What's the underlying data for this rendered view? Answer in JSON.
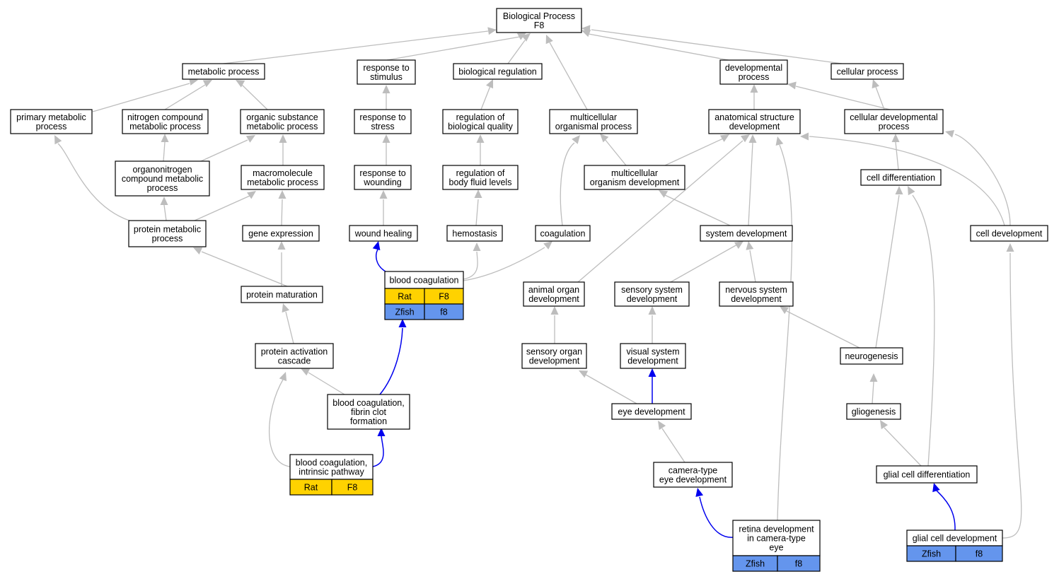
{
  "colors": {
    "rat": "#ffd200",
    "zfish": "#6495ed",
    "gray_edge": "#bdbdbd",
    "blue_edge": "#0000ee"
  },
  "nodes": {
    "bp": {
      "lines": [
        "Biological Process",
        "F8"
      ]
    },
    "mp": {
      "lines": [
        "metabolic process"
      ]
    },
    "rts": {
      "lines": [
        "response to",
        "stimulus"
      ]
    },
    "br": {
      "lines": [
        "biological regulation"
      ]
    },
    "dp": {
      "lines": [
        "developmental",
        "process"
      ]
    },
    "cp": {
      "lines": [
        "cellular process"
      ]
    },
    "pmp": {
      "lines": [
        "primary metabolic",
        "process"
      ]
    },
    "ncmp": {
      "lines": [
        "nitrogen compound",
        "metabolic process"
      ]
    },
    "osmp": {
      "lines": [
        "organic substance",
        "metabolic process"
      ]
    },
    "rtst": {
      "lines": [
        "response to",
        "stress"
      ]
    },
    "rbq": {
      "lines": [
        "regulation of",
        "biological quality"
      ]
    },
    "mop": {
      "lines": [
        "multicellular",
        "organismal process"
      ]
    },
    "asd": {
      "lines": [
        "anatomical structure",
        "development"
      ]
    },
    "cdp": {
      "lines": [
        "cellular developmental",
        "process"
      ]
    },
    "oncmp": {
      "lines": [
        "organonitrogen",
        "compound metabolic",
        "process"
      ]
    },
    "mmp": {
      "lines": [
        "macromolecule",
        "metabolic process"
      ]
    },
    "rtw": {
      "lines": [
        "response to",
        "wounding"
      ]
    },
    "rbfl": {
      "lines": [
        "regulation of",
        "body fluid levels"
      ]
    },
    "mod": {
      "lines": [
        "multicellular",
        "organism development"
      ]
    },
    "cdiff": {
      "lines": [
        "cell differentiation"
      ]
    },
    "prmp": {
      "lines": [
        "protein metabolic",
        "process"
      ]
    },
    "ge": {
      "lines": [
        "gene expression"
      ]
    },
    "wh": {
      "lines": [
        "wound healing"
      ]
    },
    "hem": {
      "lines": [
        "hemostasis"
      ]
    },
    "coag": {
      "lines": [
        "coagulation"
      ]
    },
    "sd": {
      "lines": [
        "system development"
      ]
    },
    "cdev": {
      "lines": [
        "cell development"
      ]
    },
    "bc": {
      "lines": [
        "blood coagulation"
      ],
      "rows": [
        [
          "Rat",
          "F8"
        ],
        [
          "Zfish",
          "f8"
        ]
      ]
    },
    "prm": {
      "lines": [
        "protein maturation"
      ]
    },
    "aod": {
      "lines": [
        "animal organ",
        "development"
      ]
    },
    "ssd": {
      "lines": [
        "sensory system",
        "development"
      ]
    },
    "nsd": {
      "lines": [
        "nervous system",
        "development"
      ]
    },
    "pac": {
      "lines": [
        "protein activation",
        "cascade"
      ]
    },
    "sod": {
      "lines": [
        "sensory organ",
        "development"
      ]
    },
    "vsd": {
      "lines": [
        "visual system",
        "development"
      ]
    },
    "neur": {
      "lines": [
        "neurogenesis"
      ]
    },
    "bcfc": {
      "lines": [
        "blood coagulation,",
        "fibrin clot",
        "formation"
      ]
    },
    "ed": {
      "lines": [
        "eye development"
      ]
    },
    "glio": {
      "lines": [
        "gliogenesis"
      ]
    },
    "bcip": {
      "lines": [
        "blood coagulation,",
        "intrinsic pathway"
      ],
      "rows": [
        [
          "Rat",
          "F8"
        ]
      ]
    },
    "cted": {
      "lines": [
        "camera-type",
        "eye development"
      ]
    },
    "gcdiff": {
      "lines": [
        "glial cell differentiation"
      ]
    },
    "rdct": {
      "lines": [
        "retina development",
        "in camera-type",
        "eye"
      ],
      "rows": [
        [
          "Zfish",
          "f8"
        ]
      ]
    },
    "gcd": {
      "lines": [
        "glial cell development"
      ],
      "rows": [
        [
          "Zfish",
          "f8"
        ]
      ]
    }
  }
}
